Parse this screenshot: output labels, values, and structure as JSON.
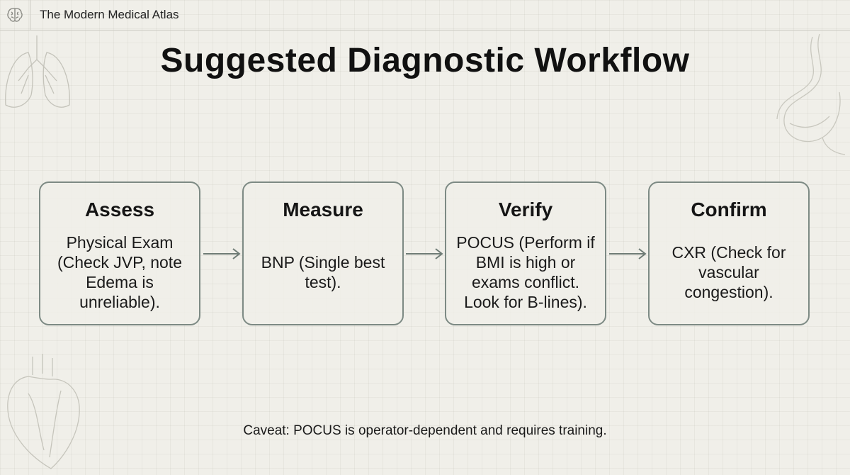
{
  "header": {
    "app_title": "The Modern Medical Atlas"
  },
  "title": "Suggested Diagnostic Workflow",
  "steps": [
    {
      "title": "Assess",
      "body": "Physical Exam (Check JVP, note Edema is unreliable)."
    },
    {
      "title": "Measure",
      "body": "BNP (Single best test)."
    },
    {
      "title": "Verify",
      "body": "POCUS (Perform if BMI is high or exams conflict. Look for B-lines)."
    },
    {
      "title": "Confirm",
      "body": "CXR (Check for vascular congestion)."
    }
  ],
  "caveat": "Caveat: POCUS is operator-dependent and requires training.",
  "colors": {
    "box_border": "#7d8a84",
    "arrow": "#6f7c76",
    "background": "#f0efe9"
  },
  "icons": {
    "logo": "brain-icon",
    "decorations": [
      "lungs-icon",
      "stomach-icon",
      "heart-icon"
    ]
  }
}
